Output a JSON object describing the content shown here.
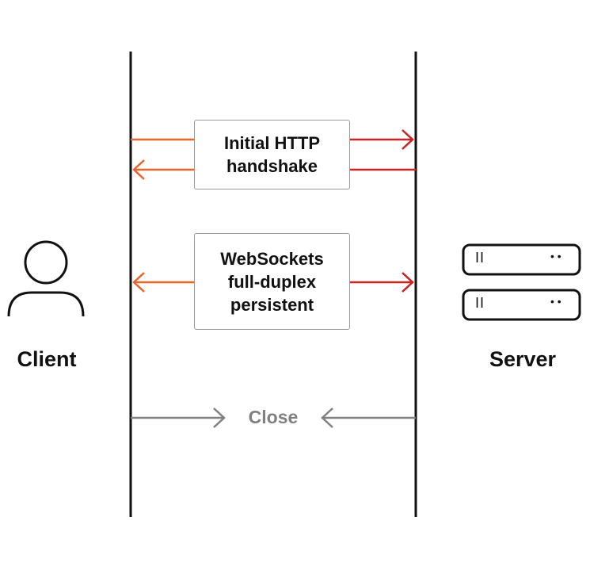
{
  "client": {
    "label": "Client",
    "icon": "user-icon"
  },
  "server": {
    "label": "Server",
    "icon": "server-rack-icon",
    "unit_marks": "II",
    "dots": "• •"
  },
  "handshake": {
    "line1": "Initial HTTP",
    "line2": "handshake"
  },
  "websockets": {
    "line1": "WebSockets",
    "line2": "full-duplex",
    "line3": "persistent"
  },
  "close": {
    "label": "Close"
  },
  "colors": {
    "orange": "#e8642c",
    "red": "#cc2222",
    "gray": "#808080",
    "line": "#111111"
  }
}
